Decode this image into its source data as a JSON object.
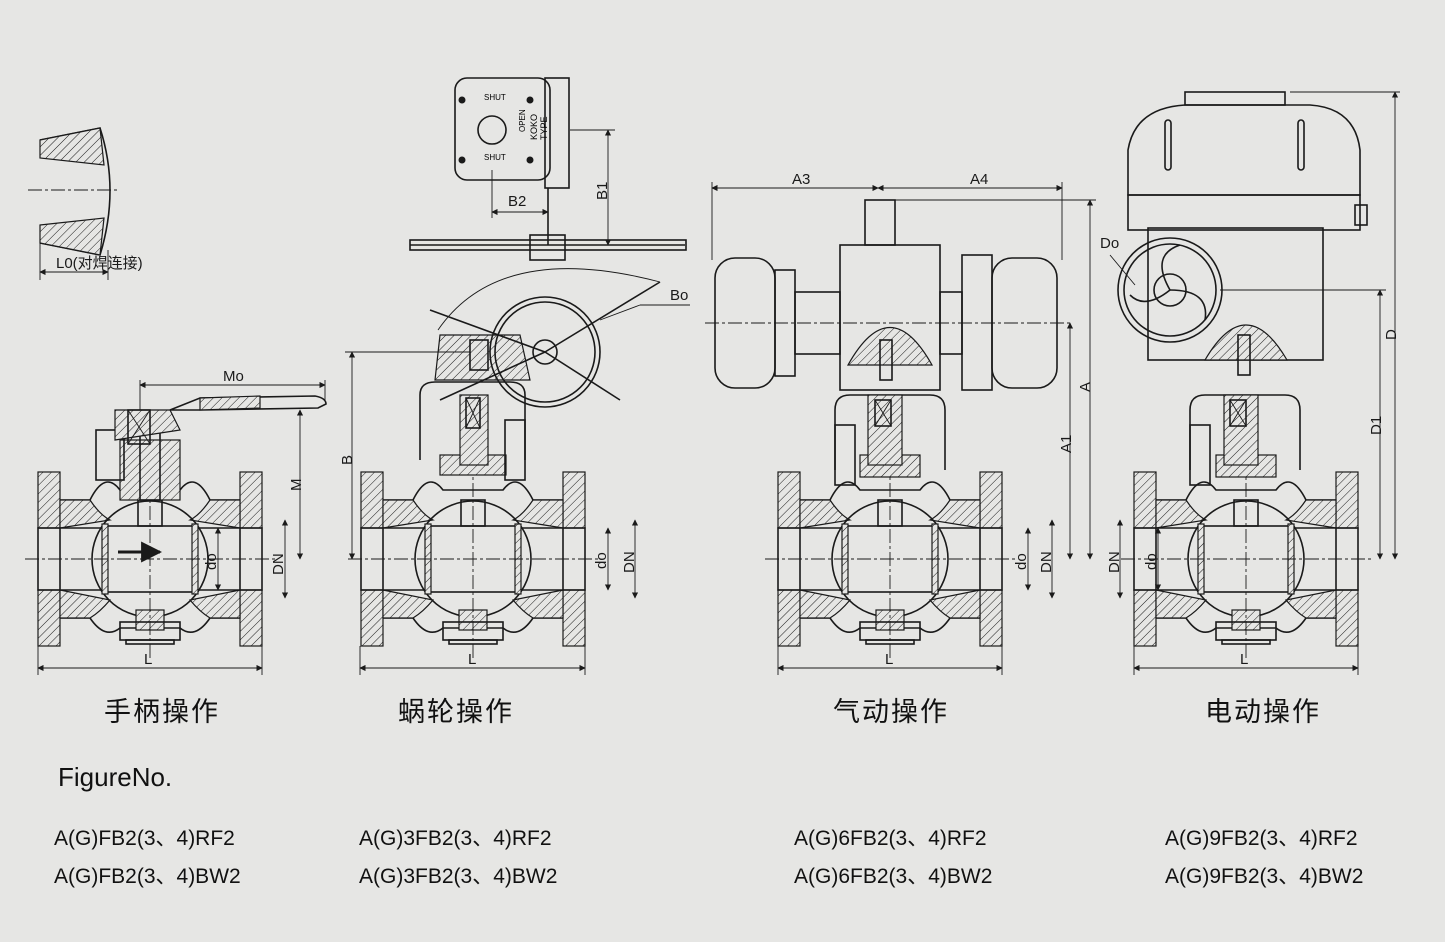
{
  "connection_note": "L0(对焊连接)",
  "dimensions": {
    "L0": "L0",
    "Mo": "Mo",
    "M": "M",
    "L": "L",
    "DN": "DN",
    "do": "do",
    "B": "B",
    "B1": "B1",
    "B2": "B2",
    "Bo": "Bo",
    "A": "A",
    "A1": "A1",
    "A3": "A3",
    "A4": "A4",
    "D": "D",
    "D1": "D1",
    "Do": "Do"
  },
  "gearbox_labels": {
    "shut_top": "SHUT",
    "shut_bottom": "SHUT",
    "open": "OPEN",
    "brand": "KOKO",
    "type": "TYPE"
  },
  "captions": {
    "manual": "手柄操作",
    "worm": "蜗轮操作",
    "pneumatic": "气动操作",
    "electric": "电动操作"
  },
  "figure_title": "FigureNo.",
  "models": {
    "manual": [
      "A(G)FB2(3、4)RF2",
      "A(G)FB2(3、4)BW2"
    ],
    "worm": [
      "A(G)3FB2(3、4)RF2",
      "A(G)3FB2(3、4)BW2"
    ],
    "pneumatic": [
      "A(G)6FB2(3、4)RF2",
      "A(G)6FB2(3、4)BW2"
    ],
    "electric": [
      "A(G)9FB2(3、4)RF2",
      "A(G)9FB2(3、4)BW2"
    ]
  }
}
